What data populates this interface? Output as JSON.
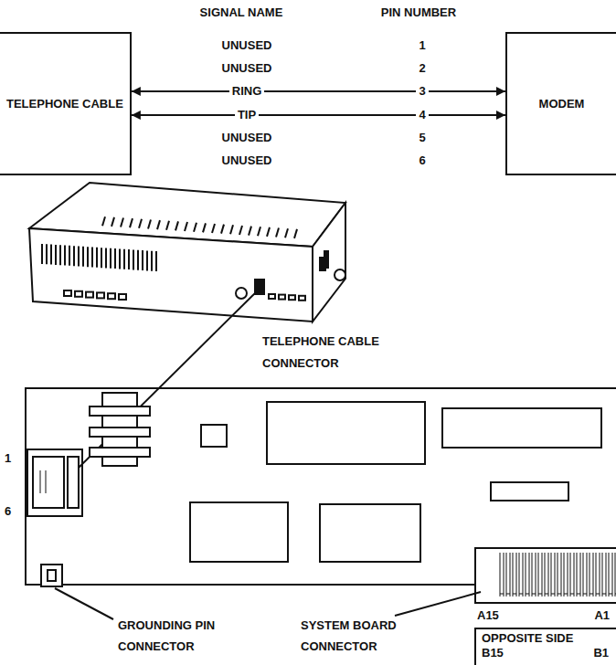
{
  "diagram": {
    "nodes": [
      {
        "text": [
          "TELEPHONE CABLE"
        ]
      },
      {
        "text": [
          "MODEM"
        ]
      },
      {
        "text": [
          "OPPOSITE SIDE",
          "B15",
          "B1"
        ]
      }
    ],
    "edges": [
      {
        "from": 0,
        "to": 1,
        "arrow": "both",
        "label": "RING"
      },
      {
        "from": 0,
        "to": 1,
        "arrow": "both",
        "label": "TIP"
      }
    ],
    "labels": [
      "SIGNAL NAME",
      "PIN NUMBER",
      "UNUSED",
      "1",
      "UNUSED",
      "2",
      "3",
      "4",
      "UNUSED",
      "5",
      "UNUSED",
      "6",
      "TELEPHONE CABLE CONNECTOR",
      "1",
      "6",
      "GROUNDING PIN CONNECTOR",
      "SYSTEM BOARD CONNECTOR",
      "A15",
      "A1"
    ]
  }
}
